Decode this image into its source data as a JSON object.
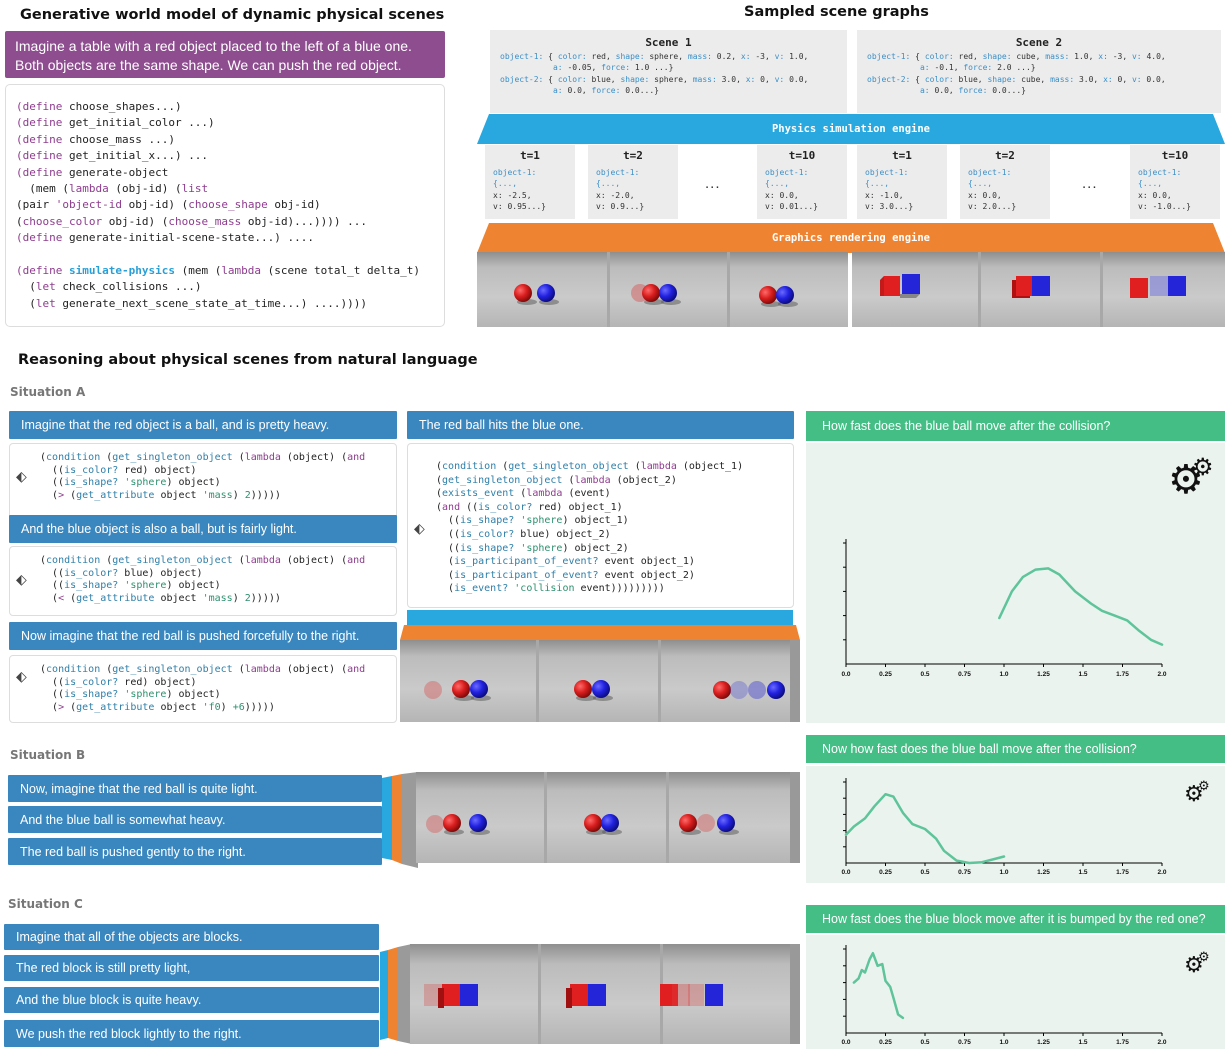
{
  "titles": {
    "model": "Generative world model of dynamic physical scenes",
    "sampled": "Sampled scene graphs",
    "reasoning": "Reasoning about physical scenes from natural language"
  },
  "prompt": "Imagine a table with a red object placed to the left of a blue one. Both objects are the same shape. We can push the red object.",
  "program_lines": [
    "(define choose_shapes...)",
    "(define get_initial_color ...)",
    "(define choose_mass ...)",
    "(define get_initial_x...) ...",
    "(define generate-object",
    "  (mem (lambda (obj-id) (list",
    "(pair 'object-id obj-id) (choose_shape obj-id)",
    "(choose_color obj-id) (choose_mass obj-id)...)))) ...",
    "(define generate-initial-scene-state...) ....",
    "",
    "(define simulate-physics (mem (lambda (scene total_t delta_t)",
    "  (let check_collisions ...)",
    "  (let generate_next_scene_state_at_time...) ....))))"
  ],
  "scenes": [
    {
      "title": "Scene 1",
      "lines": [
        "object-1: { color: red, shape: sphere, mass: 0.2, x: -3, v: 1.0,",
        "           a: -0.05, force: 1.0 ...}",
        "object-2: { color: blue, shape: sphere, mass: 3.0, x: 0, v: 0.0,",
        "           a: 0.0, force: 0.0...}"
      ]
    },
    {
      "title": "Scene 2",
      "lines": [
        "object-1: { color: red, shape: cube, mass: 1.0, x: -3, v: 4.0,",
        "           a: -0.1, force: 2.0 ...}",
        "object-2: { color: blue, shape: cube, mass: 3.0, x: 0, v: 0.0,",
        "           a: 0.0, force: 0.0...}"
      ]
    }
  ],
  "physics_engine": "Physics simulation engine",
  "graphics_engine": "Graphics rendering engine",
  "timesteps": [
    {
      "t": "t=1",
      "l1": "object-1:",
      "l2": "{...,",
      "l3": "x: -2.5,",
      "l4": "v: 0.95...}"
    },
    {
      "t": "t=2",
      "l1": "object-1:",
      "l2": "{...,",
      "l3": "x: -2.0,",
      "l4": "v: 0.9...}"
    },
    {
      "t": "t=10",
      "l1": "object-1:",
      "l2": "{...,",
      "l3": "x: 0.0,",
      "l4": "v: 0.01...}"
    },
    {
      "t": "t=1",
      "l1": "object-1:",
      "l2": "{...,",
      "l3": "x: -1.0,",
      "l4": "v: 3.0...}"
    },
    {
      "t": "t=2",
      "l1": "object-1:",
      "l2": "{...,",
      "l3": "x: 0.0,",
      "l4": "v: 2.0...}"
    },
    {
      "t": "t=10",
      "l1": "object-1:",
      "l2": "{...,",
      "l3": "x: 0.0,",
      "l4": "v: -1.0...}"
    }
  ],
  "ellipsis": "...",
  "situations": {
    "a": "Situation A",
    "b": "Situation B",
    "c": "Situation C"
  },
  "sitA": {
    "s1": "Imagine that the red object is a ball, and is pretty heavy.",
    "s2": "And the blue object is also a ball, but is fairly light.",
    "s3": "Now imagine that the red ball is pushed forcefully to the right.",
    "s4": "The red ball hits the blue one.",
    "question": "How fast does the blue ball move  after the collision?"
  },
  "sitB": {
    "s1": "Now, imagine that the red ball is quite light.",
    "s2": "And the blue ball is somewhat heavy.",
    "s3": "The red ball is pushed gently to the right.",
    "question": "Now how fast does the blue ball move after the collision?"
  },
  "sitC": {
    "s1": "Imagine that all of the objects are blocks.",
    "s2": "The red block is still pretty light,",
    "s3": "And the blue block is quite heavy.",
    "s4": "We push the red block lightly to the right.",
    "question": "How fast does the blue block move after it is bumped by the red one?"
  },
  "colors": {
    "purple": "#8e4d8f",
    "blue": "#3a87c0",
    "cyan": "#29a8e0",
    "orange": "#ee8432",
    "green": "#45be86"
  },
  "chart_data": [
    {
      "type": "line",
      "x": [
        0.97,
        1.05,
        1.12,
        1.2,
        1.28,
        1.35,
        1.45,
        1.55,
        1.62,
        1.7,
        1.78,
        1.85,
        1.93,
        2.0
      ],
      "y": [
        0.38,
        0.6,
        0.72,
        0.78,
        0.79,
        0.74,
        0.6,
        0.5,
        0.44,
        0.4,
        0.36,
        0.28,
        0.2,
        0.16
      ],
      "xticks": [
        "0.0",
        "0.25",
        "0.5",
        "0.75",
        "1.0",
        "1.25",
        "1.5",
        "1.75",
        "2.0"
      ],
      "xlim": [
        0,
        2
      ]
    },
    {
      "type": "line",
      "x": [
        0.0,
        0.05,
        0.12,
        0.18,
        0.25,
        0.3,
        0.36,
        0.42,
        0.5,
        0.57,
        0.62,
        0.7,
        0.78,
        0.86,
        0.94,
        1.0
      ],
      "y": [
        0.35,
        0.45,
        0.55,
        0.7,
        0.85,
        0.82,
        0.62,
        0.48,
        0.42,
        0.3,
        0.15,
        0.03,
        0.0,
        0.01,
        0.05,
        0.08
      ],
      "xticks": [
        "0.0",
        "0.25",
        "0.5",
        "0.75",
        "1.0",
        "1.25",
        "1.5",
        "1.75",
        "2.0"
      ],
      "xlim": [
        0,
        2
      ]
    },
    {
      "type": "line",
      "x": [
        0.05,
        0.08,
        0.1,
        0.12,
        0.15,
        0.17,
        0.2,
        0.23,
        0.25,
        0.28,
        0.3,
        0.33,
        0.36
      ],
      "y": [
        0.6,
        0.65,
        0.75,
        0.72,
        0.88,
        0.95,
        0.8,
        0.82,
        0.62,
        0.55,
        0.42,
        0.22,
        0.18
      ],
      "xticks": [
        "0.0",
        "0.25",
        "0.5",
        "0.75",
        "1.0",
        "1.25",
        "1.5",
        "1.75",
        "2.0"
      ],
      "xlim": [
        0,
        2
      ]
    }
  ]
}
